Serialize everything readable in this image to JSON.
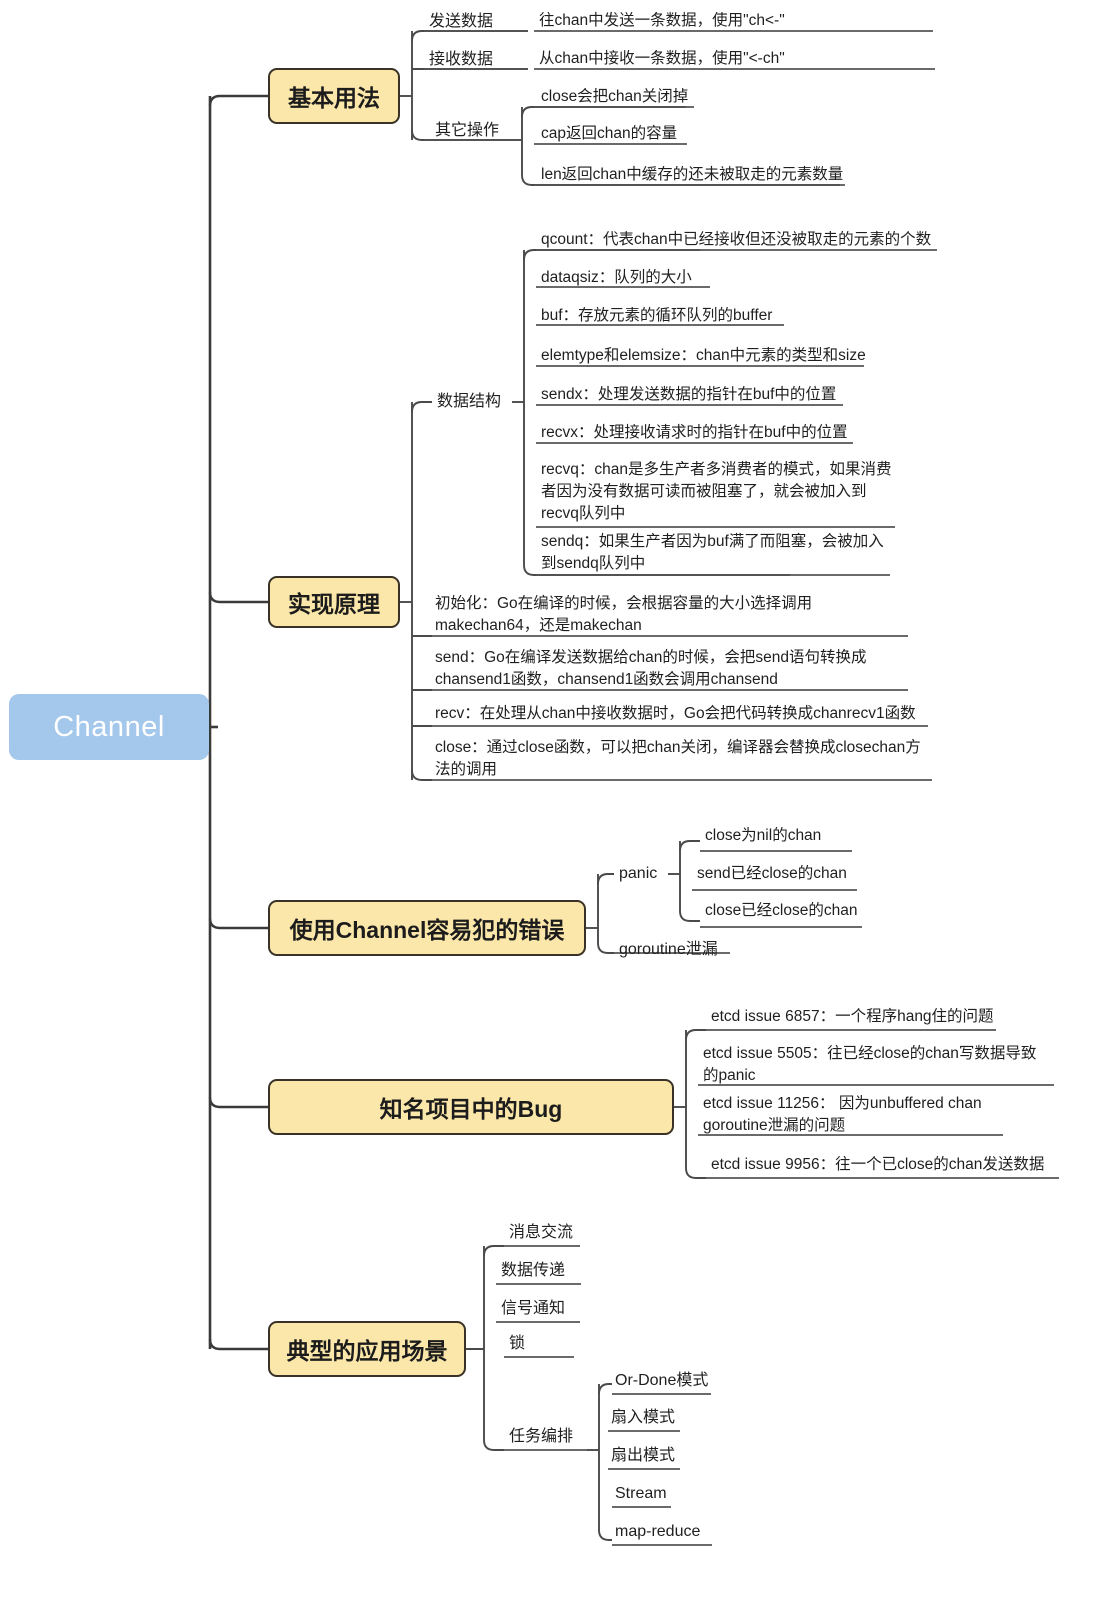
{
  "diagram": {
    "type": "mindmap",
    "title": "Channel",
    "root": {
      "label": "Channel",
      "color": "#a4c7ec",
      "text_color": "#ffffff"
    },
    "branch_color": "#fbe7a9",
    "branch_border": "#3a3226",
    "line_color": "#3a3a3a"
  },
  "branches": [
    {
      "id": "b1",
      "label": "基本用法"
    },
    {
      "id": "b2",
      "label": "实现原理"
    },
    {
      "id": "b3",
      "label": "使用Channel容易犯的错误"
    },
    {
      "id": "b4",
      "label": "知名项目中的Bug"
    },
    {
      "id": "b5",
      "label": "典型的应用场景"
    }
  ],
  "usage": {
    "send": {
      "label": "发送数据",
      "detail": "往chan中发送一条数据，使用\"ch<-\""
    },
    "receive": {
      "label": "接收数据",
      "detail": "从chan中接收一条数据，使用\"<-ch\""
    },
    "other": {
      "label": "其它操作",
      "items": [
        "close会把chan关闭掉",
        "cap返回chan的容量",
        "len返回chan中缓存的还未被取走的元素数量"
      ]
    }
  },
  "principle": {
    "datastruct_label": "数据结构",
    "datastruct_items": [
      "qcount：代表chan中已经接收但还没被取走的元素的个数",
      "dataqsiz：队列的大小",
      "buf：存放元素的循环队列的buffer",
      "elemtype和elemsize：chan中元素的类型和size",
      "sendx：处理发送数据的指针在buf中的位置",
      "recvx：处理接收请求时的指针在buf中的位置",
      "recvq：chan是多生产者多消费者的模式，如果消费\n者因为没有数据可读而被阻塞了，就会被加入到\nrecvq队列中",
      "sendq：如果生产者因为buf满了而阻塞，会被加入\n到sendq队列中"
    ],
    "other_items": [
      "初始化：Go在编译的时候，会根据容量的大小选择调用\nmakechan64，还是makechan",
      "send：Go在编译发送数据给chan的时候，会把send语句转换成\nchansend1函数，chansend1函数会调用chansend",
      "recv：在处理从chan中接收数据时，Go会把代码转换成chanrecv1函数",
      "close：通过close函数，可以把chan关闭，编译器会替换成closechan方\n法的调用"
    ]
  },
  "mistakes": {
    "panic_label": "panic",
    "panic_items": [
      "close为nil的chan",
      "send已经close的chan",
      "close已经close的chan"
    ],
    "leak_label": "goroutine泄漏"
  },
  "bugs": {
    "items": [
      "etcd issue 6857：一个程序hang住的问题",
      "etcd issue 5505：往已经close的chan写数据导致\n的panic",
      "etcd issue 11256： 因为unbuffered chan\ngoroutine泄漏的问题",
      "etcd issue 9956：往一个已close的chan发送数据"
    ]
  },
  "scenarios": {
    "simple_items": [
      "消息交流",
      "数据传递",
      "信号通知",
      "锁"
    ],
    "orchestration_label": "任务编排",
    "orchestration_items": [
      "Or-Done模式",
      "扇入模式",
      "扇出模式",
      "Stream",
      "map-reduce"
    ]
  }
}
